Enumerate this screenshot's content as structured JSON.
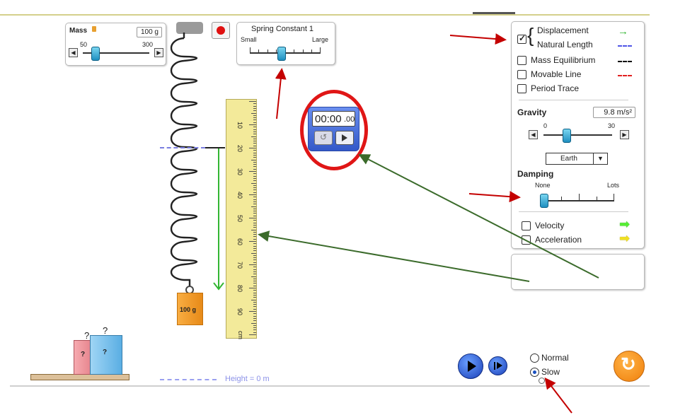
{
  "mass_panel": {
    "title": "Mass",
    "value": "100 g",
    "min": "50",
    "max": "300"
  },
  "spring_constant": {
    "title": "Spring Constant 1",
    "min_label": "Small",
    "max_label": "Large"
  },
  "stopwatch": {
    "time": "00:00",
    "hundredths": ".00"
  },
  "ruler_ticks": [
    "10",
    "20",
    "30",
    "40",
    "50",
    "60",
    "70",
    "80",
    "90",
    "cm"
  ],
  "mass_block_label": "100 g",
  "mystery_label": "?",
  "height_label": "Height = 0 m",
  "options": {
    "displacement": "Displacement",
    "natural_length": "Natural Length",
    "mass_equilibrium": "Mass Equilibrium",
    "movable_line": "Movable Line",
    "period_trace": "Period Trace"
  },
  "gravity": {
    "title": "Gravity",
    "value": "9.8 m/s²",
    "min": "0",
    "max": "30",
    "planet": "Earth"
  },
  "damping": {
    "title": "Damping",
    "min_label": "None",
    "max_label": "Lots"
  },
  "vectors": {
    "velocity": "Velocity",
    "acceleration": "Acceleration"
  },
  "speed": {
    "normal": "Normal",
    "slow": "Slow",
    "selected": "Slow"
  },
  "colors": {
    "displacement_arrow": "#33b633",
    "natural_length": "#4f55e6",
    "equilibrium": "#000000",
    "movable_line": "#e02020",
    "velocity": "#55ee33",
    "acceleration": "#f0e020",
    "annotation_red": "#c40000",
    "annotation_green": "#3b6b2b"
  }
}
